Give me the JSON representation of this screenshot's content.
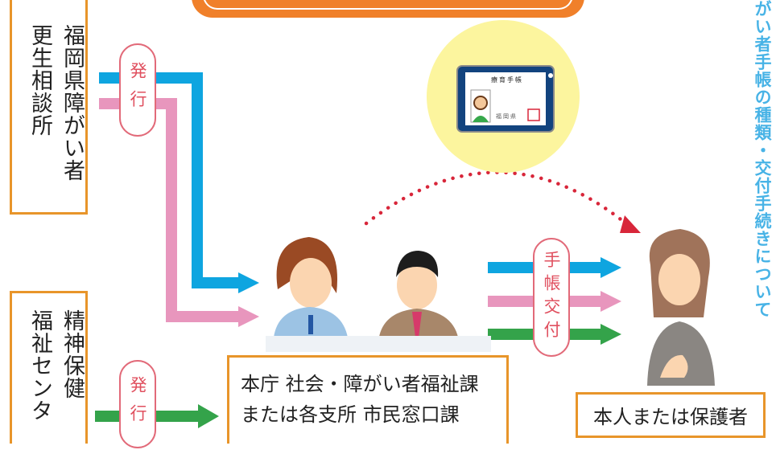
{
  "side_title": "がい者手帳の種類・交付手続きについて",
  "source1": {
    "lines": [
      "福岡県障がい者",
      "更生相談所"
    ]
  },
  "source2": {
    "lines": [
      "精神保健",
      "福祉センタ"
    ]
  },
  "issue_label_1": "発行",
  "issue_label_2": "発行",
  "office": {
    "lines": [
      "本庁 社会・障がい者福祉課",
      "または各支所 市民窓口課"
    ]
  },
  "handover_label": "手帳交付",
  "recipient": "本人または保護者",
  "card": {
    "title": "療育手帳",
    "issuer": "福岡県"
  },
  "colors": {
    "blue": "#0ea5e0",
    "pink": "#e896bd",
    "green": "#34a34a",
    "orange": "#e8952a",
    "red_dot": "#d8263a"
  }
}
